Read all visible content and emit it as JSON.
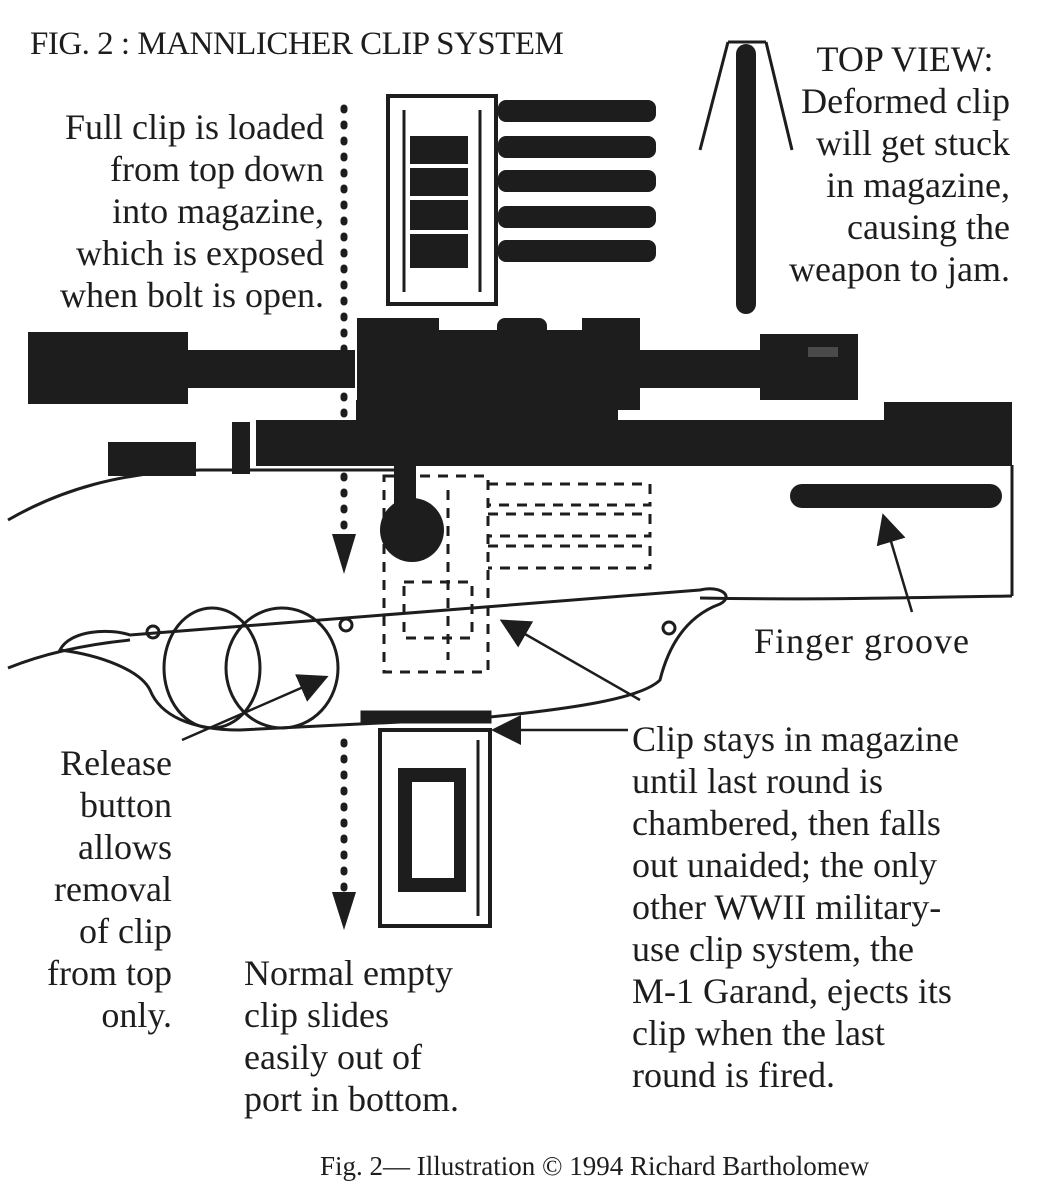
{
  "figure": {
    "title": "FIG. 2 : MANNLICHER CLIP SYSTEM",
    "credit": "Fig. 2— Illustration © 1994 Richard Bartholomew"
  },
  "top_view": {
    "title": "TOP VIEW:",
    "lines": [
      "Deformed clip",
      "will get stuck",
      "in magazine,",
      "causing the",
      "weapon to jam."
    ]
  },
  "loading_note": {
    "lines": [
      "Full clip is loaded",
      "from top down",
      "into magazine,",
      "which is exposed",
      "when bolt is open."
    ]
  },
  "finger_groove": {
    "label": "Finger groove"
  },
  "release_note": {
    "lines": [
      "Release",
      "button",
      "allows",
      "removal",
      "of clip",
      "from top",
      "only."
    ]
  },
  "clip_stays_note": {
    "lines": [
      "Clip stays in magazine",
      "until last round is",
      "chambered, then falls",
      "out unaided; the only",
      "other WWII military-",
      "use clip system, the",
      "M-1 Garand, ejects its",
      "clip when the last",
      "round is fired."
    ]
  },
  "empty_clip_note": {
    "lines": [
      "Normal empty",
      "clip slides",
      "easily out of",
      "port in bottom."
    ]
  },
  "colors": {
    "ink": "#1d1d1d",
    "paper": "#ffffff"
  }
}
